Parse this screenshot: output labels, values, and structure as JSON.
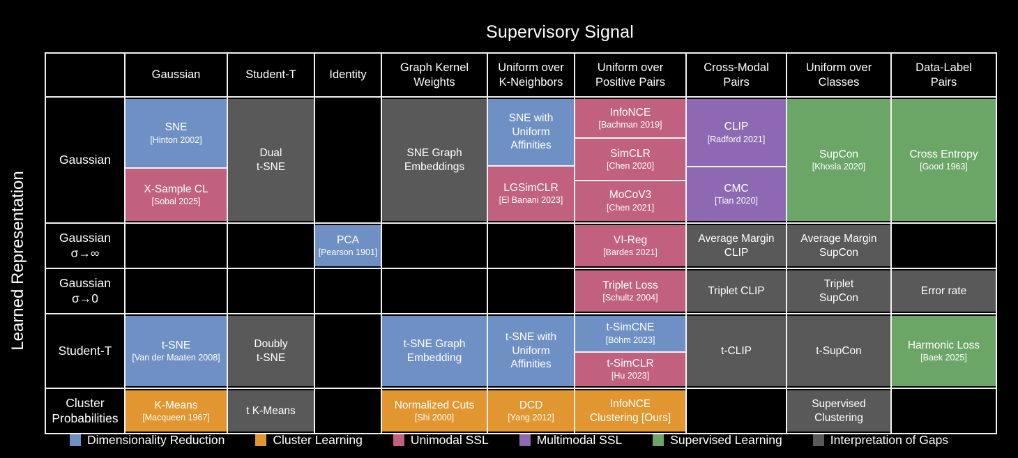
{
  "title": "Supervisory Signal",
  "y_axis_label": "Learned Representation",
  "colors": {
    "dimensionality_reduction": "#6f90c5",
    "cluster_learning": "#e2962f",
    "unimodal_ssl": "#c1617f",
    "multimodal_ssl": "#8d69b3",
    "supervised_learning": "#6ca667",
    "interpretation_of_gaps": "#595959",
    "empty": "#000000",
    "gridline": "#f2f2f2",
    "background": "#000000"
  },
  "columns": [
    "Gaussian",
    "Student-T",
    "Identity",
    "Graph Kernel\nWeights",
    "Uniform over\nK-Neighbors",
    "Uniform over\nPositive Pairs",
    "Cross-Modal\nPairs",
    "Uniform over\nClasses",
    "Data-Label\nPairs"
  ],
  "rows": [
    {
      "label": "Gaussian",
      "cells": [
        {
          "entries": [
            {
              "name": "SNE",
              "cite": "[Hinton 2002]",
              "category": "dimensionality_reduction",
              "grow": 102
            },
            {
              "name": "X-Sample CL",
              "cite": "[Sobal 2025]",
              "category": "unimodal_ssl",
              "grow": 77
            }
          ]
        },
        {
          "entries": [
            {
              "name": "Dual\nt-SNE",
              "category": "interpretation_of_gaps"
            }
          ]
        },
        {
          "entries": []
        },
        {
          "entries": [
            {
              "name": "SNE Graph\nEmbeddings",
              "category": "interpretation_of_gaps"
            }
          ]
        },
        {
          "entries": [
            {
              "name": "SNE with\nUniform\nAffinities",
              "category": "dimensionality_reduction",
              "grow": 98
            },
            {
              "name": "LGSimCLR",
              "cite": "[El Banani 2023]",
              "category": "unimodal_ssl",
              "grow": 81
            }
          ]
        },
        {
          "entries": [
            {
              "name": "InfoNCE",
              "cite": "[Bachman 2019]",
              "category": "unimodal_ssl",
              "grow": 58
            },
            {
              "name": "SimCLR",
              "cite": "[Chen 2020]",
              "category": "unimodal_ssl",
              "grow": 61
            },
            {
              "name": "MoCoV3",
              "cite": "[Chen 2021]",
              "category": "unimodal_ssl",
              "grow": 60
            }
          ]
        },
        {
          "entries": [
            {
              "name": "CLIP",
              "cite": "[Radford 2021]",
              "category": "multimodal_ssl",
              "grow": 100
            },
            {
              "name": "CMC",
              "cite": "[Tian 2020]",
              "category": "multimodal_ssl",
              "grow": 79
            }
          ]
        },
        {
          "entries": [
            {
              "name": "SupCon",
              "cite": "[Khosla 2020]",
              "category": "supervised_learning"
            }
          ]
        },
        {
          "entries": [
            {
              "name": "Cross Entropy",
              "cite": "[Good 1963]",
              "category": "supervised_learning"
            }
          ]
        }
      ]
    },
    {
      "label": "Gaussian\nσ→∞",
      "cells": [
        {
          "entries": []
        },
        {
          "entries": []
        },
        {
          "entries": [
            {
              "name": "PCA",
              "cite": "[Pearson 1901]",
              "category": "dimensionality_reduction"
            }
          ]
        },
        {
          "entries": []
        },
        {
          "entries": []
        },
        {
          "entries": [
            {
              "name": "VI-Reg",
              "cite": "[Bardes 2021]",
              "category": "unimodal_ssl"
            }
          ]
        },
        {
          "entries": [
            {
              "name": "Average Margin\nCLIP",
              "category": "interpretation_of_gaps"
            }
          ]
        },
        {
          "entries": [
            {
              "name": "Average Margin\nSupCon",
              "category": "interpretation_of_gaps"
            }
          ]
        },
        {
          "entries": []
        }
      ]
    },
    {
      "label": "Gaussian\nσ→0",
      "cells": [
        {
          "entries": []
        },
        {
          "entries": []
        },
        {
          "entries": []
        },
        {
          "entries": []
        },
        {
          "entries": []
        },
        {
          "entries": [
            {
              "name": "Triplet Loss",
              "cite": "[Schultz 2004]",
              "category": "unimodal_ssl"
            }
          ]
        },
        {
          "entries": [
            {
              "name": "Triplet CLIP",
              "category": "interpretation_of_gaps"
            }
          ]
        },
        {
          "entries": [
            {
              "name": "Triplet\nSupCon",
              "category": "interpretation_of_gaps"
            }
          ]
        },
        {
          "entries": [
            {
              "name": "Error rate",
              "category": "interpretation_of_gaps"
            }
          ]
        }
      ]
    },
    {
      "label": "Student-T",
      "cells": [
        {
          "entries": [
            {
              "name": "t-SNE",
              "cite": "[Van der Maaten 2008]",
              "category": "dimensionality_reduction"
            }
          ]
        },
        {
          "entries": [
            {
              "name": "Doubly\nt-SNE",
              "category": "interpretation_of_gaps"
            }
          ]
        },
        {
          "entries": []
        },
        {
          "entries": [
            {
              "name": "t-SNE Graph\nEmbedding",
              "category": "dimensionality_reduction"
            }
          ]
        },
        {
          "entries": [
            {
              "name": "t-SNE with\nUniform\nAffinities",
              "category": "dimensionality_reduction"
            }
          ]
        },
        {
          "entries": [
            {
              "name": "t-SimCNE",
              "cite": "[Böhm 2023]",
              "category": "dimensionality_reduction",
              "grow": 54
            },
            {
              "name": "t-SimCLR",
              "cite": "[Hu 2023]",
              "category": "unimodal_ssl",
              "grow": 51
            }
          ]
        },
        {
          "entries": [
            {
              "name": "t-CLIP",
              "category": "interpretation_of_gaps"
            }
          ]
        },
        {
          "entries": [
            {
              "name": "t-SupCon",
              "category": "interpretation_of_gaps"
            }
          ]
        },
        {
          "entries": [
            {
              "name": "Harmonic Loss",
              "cite": "[Baek 2025]",
              "category": "supervised_learning"
            }
          ]
        }
      ]
    },
    {
      "label": "Cluster\nProbabilities",
      "cells": [
        {
          "entries": [
            {
              "name": "K-Means",
              "cite": "[Macqueen 1967]",
              "category": "cluster_learning"
            }
          ]
        },
        {
          "entries": [
            {
              "name": "t K-Means",
              "category": "interpretation_of_gaps"
            }
          ]
        },
        {
          "entries": []
        },
        {
          "entries": [
            {
              "name": "Normalized Cuts",
              "cite": "[Shi 2000]",
              "category": "cluster_learning"
            }
          ]
        },
        {
          "entries": [
            {
              "name": "DCD",
              "cite": "[Yang 2012]",
              "category": "cluster_learning"
            }
          ]
        },
        {
          "entries": [
            {
              "name": "InfoNCE\nClustering [Ours]",
              "category": "cluster_learning"
            }
          ]
        },
        {
          "entries": []
        },
        {
          "entries": [
            {
              "name": "Supervised\nClustering",
              "category": "interpretation_of_gaps"
            }
          ]
        },
        {
          "entries": []
        }
      ]
    }
  ],
  "legend": [
    {
      "label": "Dimensionality Reduction",
      "category": "dimensionality_reduction"
    },
    {
      "label": "Cluster Learning",
      "category": "cluster_learning"
    },
    {
      "label": "Unimodal SSL",
      "category": "unimodal_ssl"
    },
    {
      "label": "Multimodal SSL",
      "category": "multimodal_ssl"
    },
    {
      "label": "Supervised Learning",
      "category": "supervised_learning"
    },
    {
      "label": "Interpretation of Gaps",
      "category": "interpretation_of_gaps"
    }
  ]
}
